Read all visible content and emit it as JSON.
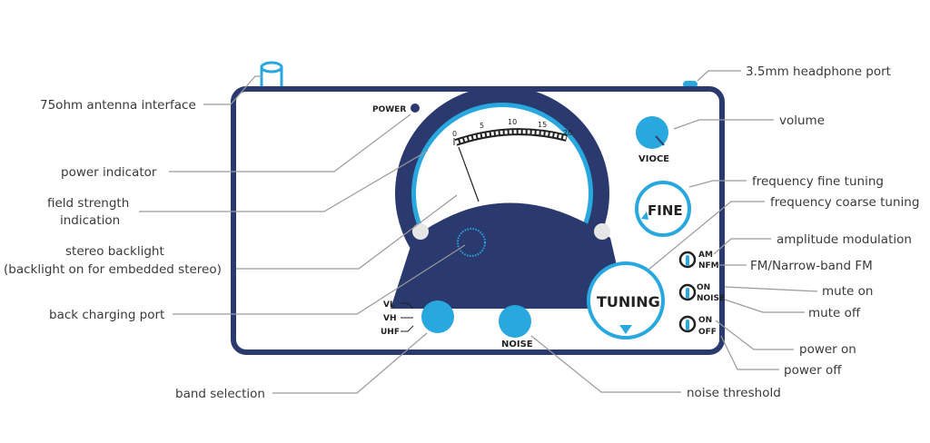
{
  "colors": {
    "navy": "#2b3a6e",
    "blue": "#29a8e0",
    "text": "#3a3a3a"
  },
  "device": {
    "power_label": "POWER",
    "scale_ticks": [
      "0",
      "5",
      "10",
      "15",
      "20"
    ],
    "voice_label": "VIOCE",
    "fine_label": "FINE",
    "tuning_label": "TUNING",
    "noise_label": "NOISE",
    "band_options": [
      "VL",
      "VH",
      "UHF"
    ],
    "switch_mod": [
      "AM",
      "NFM"
    ],
    "switch_mute": [
      "ON",
      "NOISE"
    ],
    "switch_power": [
      "ON",
      "OFF"
    ]
  },
  "callouts": {
    "antenna": "75ohm antenna interface",
    "power_indicator": "power indicator",
    "field_strength_1": "field strength",
    "field_strength_2": "indication",
    "stereo_1": "stereo backlight",
    "stereo_2": "(backlight on for embedded stereo)",
    "charging": "back charging port",
    "band": "band selection",
    "headphone": "3.5mm headphone port",
    "volume": "volume",
    "fine": "frequency fine tuning",
    "coarse": "frequency coarse tuning",
    "am": "amplitude modulation",
    "fm": "FM/Narrow-band FM",
    "mute_on": "mute on",
    "mute_off": "mute off",
    "power_on": "power on",
    "power_off": "power off",
    "noise": "noise threshold"
  }
}
